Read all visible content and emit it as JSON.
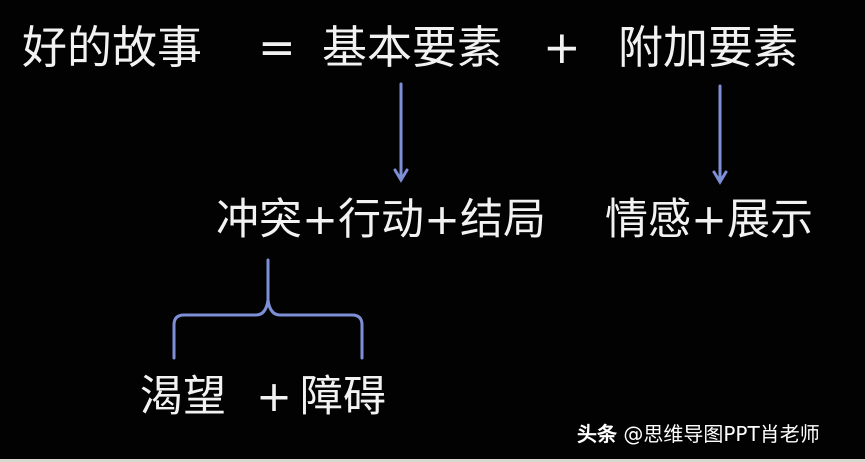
{
  "equation": {
    "lhs": "好的故事",
    "equals": "=",
    "term1": "基本要素",
    "plus": "+",
    "term2": "附加要素"
  },
  "breakdown": {
    "basic": "冲突+行动+结局",
    "additional": "情感+展示"
  },
  "conflict_breakdown": {
    "desire": "渴望",
    "plus": "+",
    "obstacle": "障碍"
  },
  "watermark": {
    "brand": "头条",
    "handle": "@思维导图PPT肖老师"
  },
  "colors": {
    "background": "#020202",
    "text": "#f2f2f2",
    "connector": "#7d8fd6"
  }
}
